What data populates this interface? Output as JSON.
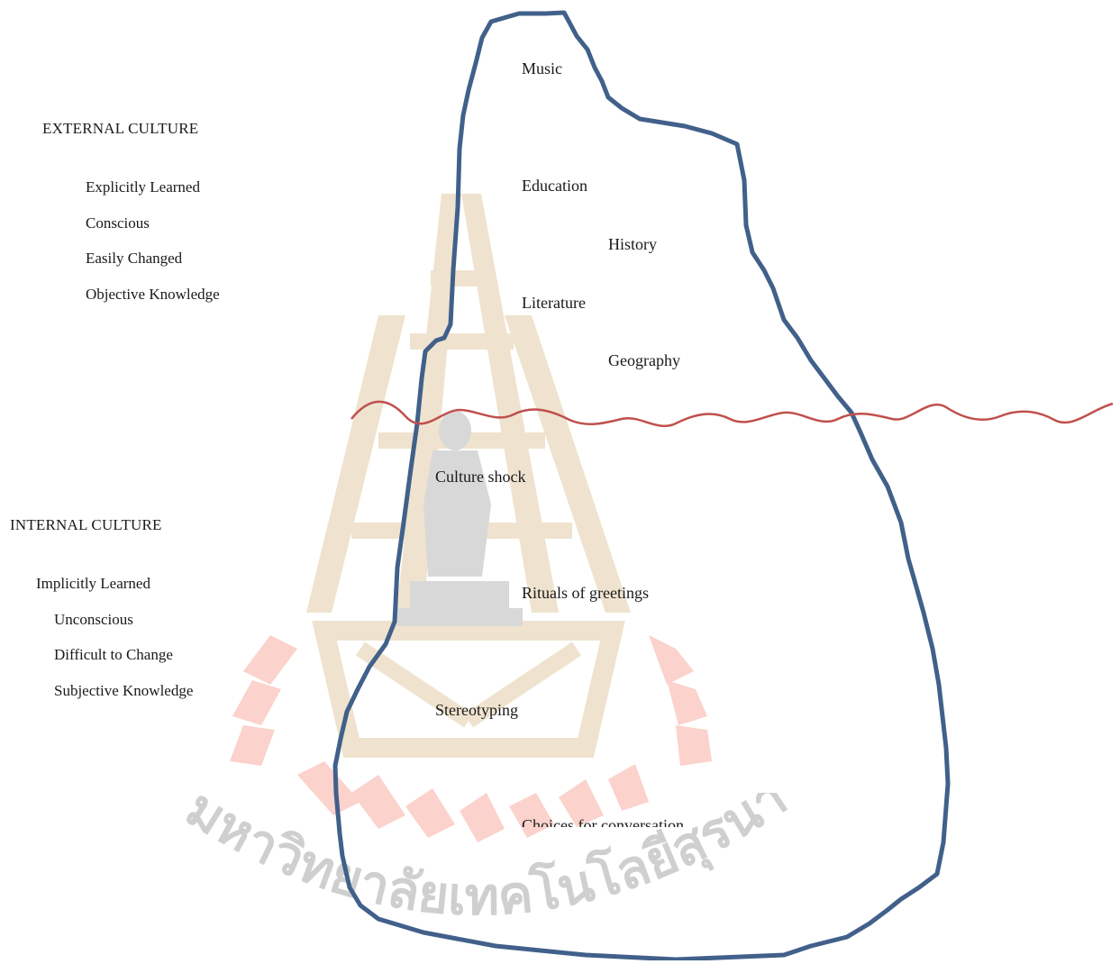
{
  "external": {
    "heading": "EXTERNAL CULTURE",
    "items": [
      "Explicitly Learned",
      "Conscious",
      "Easily Changed",
      "Objective Knowledge"
    ]
  },
  "internal": {
    "heading": "INTERNAL CULTURE",
    "items": [
      "Implicitly Learned",
      "Unconscious",
      "Difficult to Change",
      "Subjective Knowledge"
    ]
  },
  "above_water": [
    "Music",
    "Education",
    "History",
    "Literature",
    "Geography"
  ],
  "below_water": [
    "Culture shock",
    "Rituals of greetings",
    "Stereotyping",
    "Choices for conversation"
  ],
  "watermark": {
    "text": "มหาวิทยาลัยเทคโนโลยีสุรนารี"
  },
  "colors": {
    "iceberg_outline": "#41608a",
    "waterline": "#c0504d",
    "watermark_gold": "#efe3cf",
    "watermark_gray": "#d8d8d8",
    "watermark_red": "#fbd2cc",
    "watermark_text": "#cfcfcf"
  }
}
